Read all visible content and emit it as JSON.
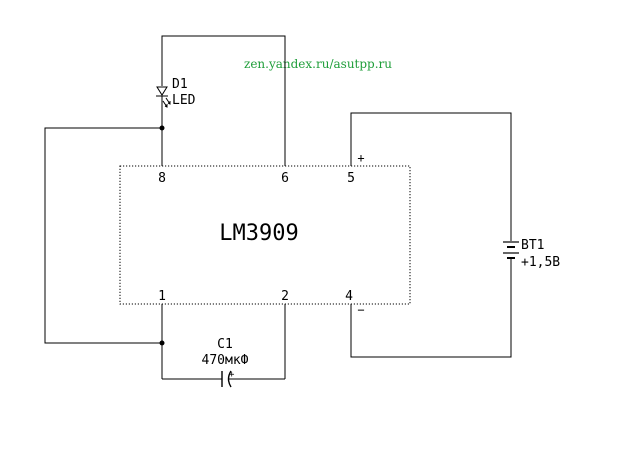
{
  "watermark": "zen.yandex.ru/asutpp.ru",
  "ic": {
    "name": "LM3909",
    "pins": {
      "p8": "8",
      "p6": "6",
      "p5": "5",
      "p1": "1",
      "p2": "2",
      "p4": "4"
    }
  },
  "led": {
    "ref": "D1",
    "value": "LED"
  },
  "capacitor": {
    "ref": "C1",
    "value": "470мкФ",
    "polarity": "+"
  },
  "battery": {
    "ref": "BT1",
    "value": "+1,5B"
  },
  "polarity": {
    "plus": "+",
    "minus": "−"
  },
  "colors": {
    "wire": "#000000",
    "watermark": "#1f9e3a",
    "ic_outline": "#000000"
  }
}
